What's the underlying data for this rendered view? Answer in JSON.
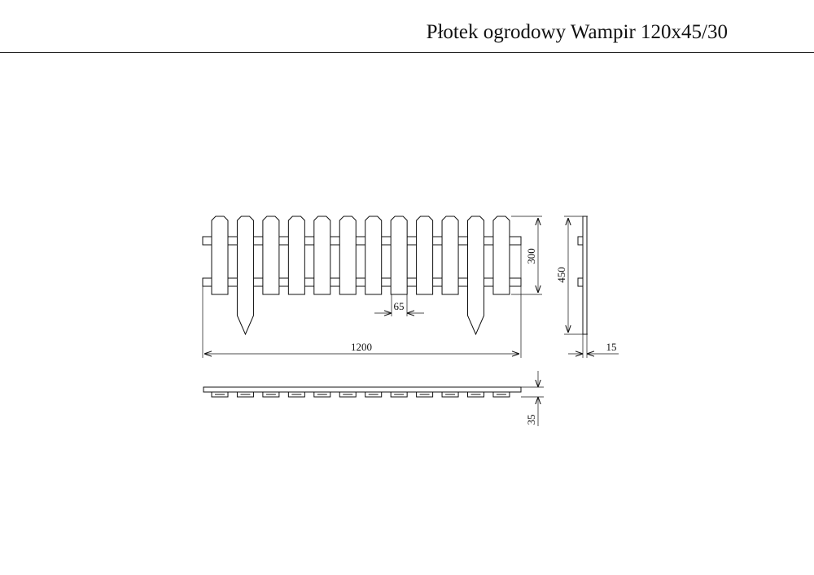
{
  "title": "Płotek ogrodowy Wampir 120x45/30",
  "dimensions": {
    "picket_width": "65",
    "total_length": "1200",
    "middle_height": "300",
    "total_height": "450",
    "thickness": "15",
    "rail_depth": "35"
  },
  "drawing": {
    "picket_count": 12,
    "stake_count": 2,
    "line_color": "#111111"
  }
}
